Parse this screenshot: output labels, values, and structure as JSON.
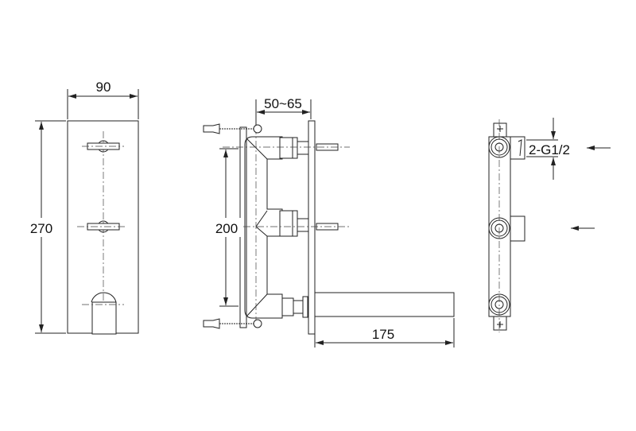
{
  "drawing": {
    "front_view": {
      "width_dim": "90",
      "height_dim": "270"
    },
    "side_view": {
      "depth_dim": "50~65",
      "spacing_dim": "200",
      "spout_dim": "175"
    },
    "rear_view": {
      "thread_dim": "2-G1/2"
    },
    "line_color": "#222222"
  }
}
